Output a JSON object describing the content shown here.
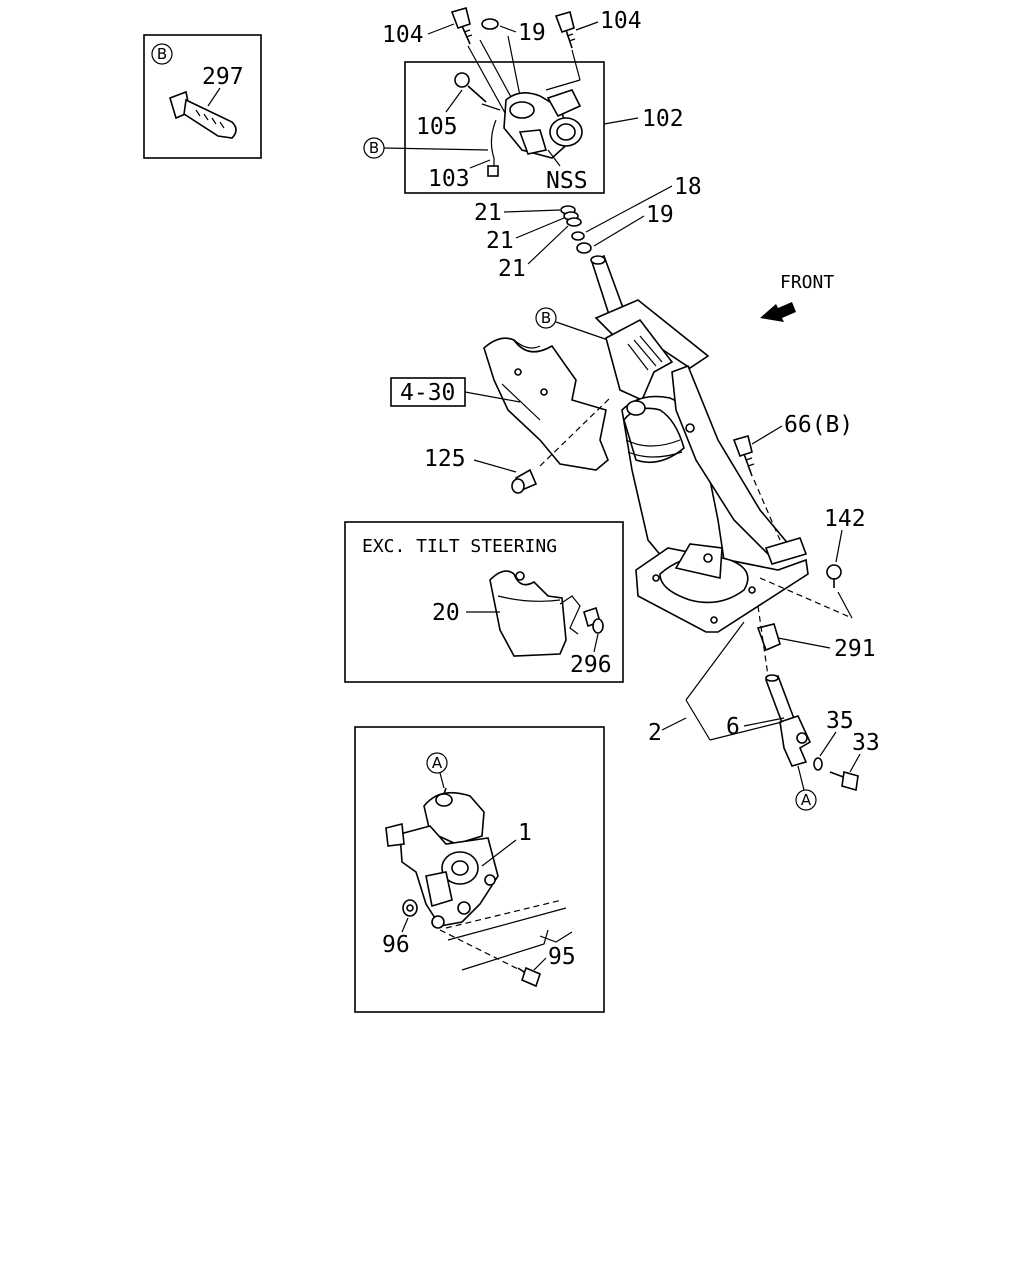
{
  "callouts": {
    "p104a": "104",
    "p104b": "104",
    "p19a": "19",
    "p105": "105",
    "p102": "102",
    "p103": "103",
    "nss": "NSS",
    "p297": "297",
    "p18": "18",
    "p19b": "19",
    "p21a": "21",
    "p21b": "21",
    "p21c": "21",
    "front": "FRONT",
    "p4_30": "4-30",
    "p66": "66(B)",
    "p125": "125",
    "p142": "142",
    "p20": "20",
    "p296": "296",
    "p291": "291",
    "p2": "2",
    "p6": "6",
    "p35": "35",
    "p33": "33",
    "p1": "1",
    "p96": "96",
    "p95": "95"
  },
  "circle_refs": {
    "b_inset": "B",
    "b_wire": "B",
    "b_column": "B",
    "a_joint": "A",
    "a_gearbox": "A"
  },
  "insets": {
    "exc_tilt_title": "EXC. TILT STEERING"
  }
}
